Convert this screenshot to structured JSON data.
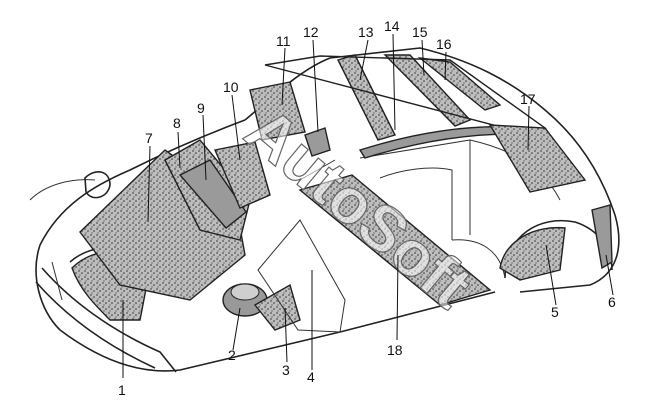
{
  "watermark": "AutoSoft",
  "callouts": [
    "1",
    "2",
    "3",
    "4",
    "5",
    "6",
    "7",
    "8",
    "9",
    "10",
    "11",
    "12",
    "13",
    "14",
    "15",
    "16",
    "17",
    "18"
  ],
  "colors": {
    "line": "#222222",
    "panel_fill": "#8c8c8c",
    "background": "#ffffff"
  }
}
